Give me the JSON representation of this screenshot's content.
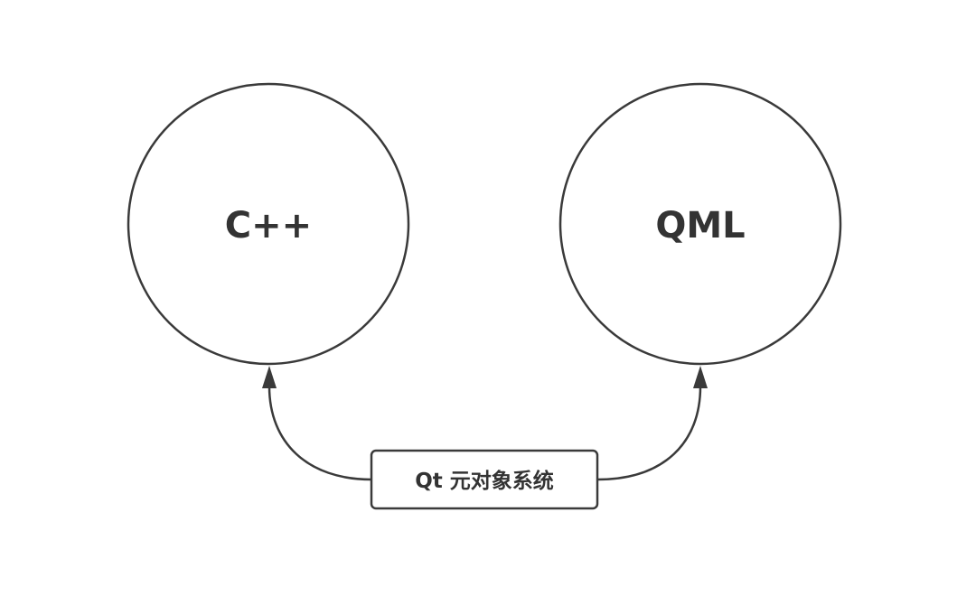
{
  "nodes": {
    "cpp": {
      "label": "C++"
    },
    "qml": {
      "label": "QML"
    }
  },
  "center": {
    "label": "Qt 元对象系统"
  },
  "edges": [
    {
      "from": "center",
      "to": "cpp"
    },
    {
      "from": "center",
      "to": "qml"
    }
  ],
  "colors": {
    "stroke": "#3a3a3a",
    "text": "#333333",
    "background": "#ffffff"
  }
}
